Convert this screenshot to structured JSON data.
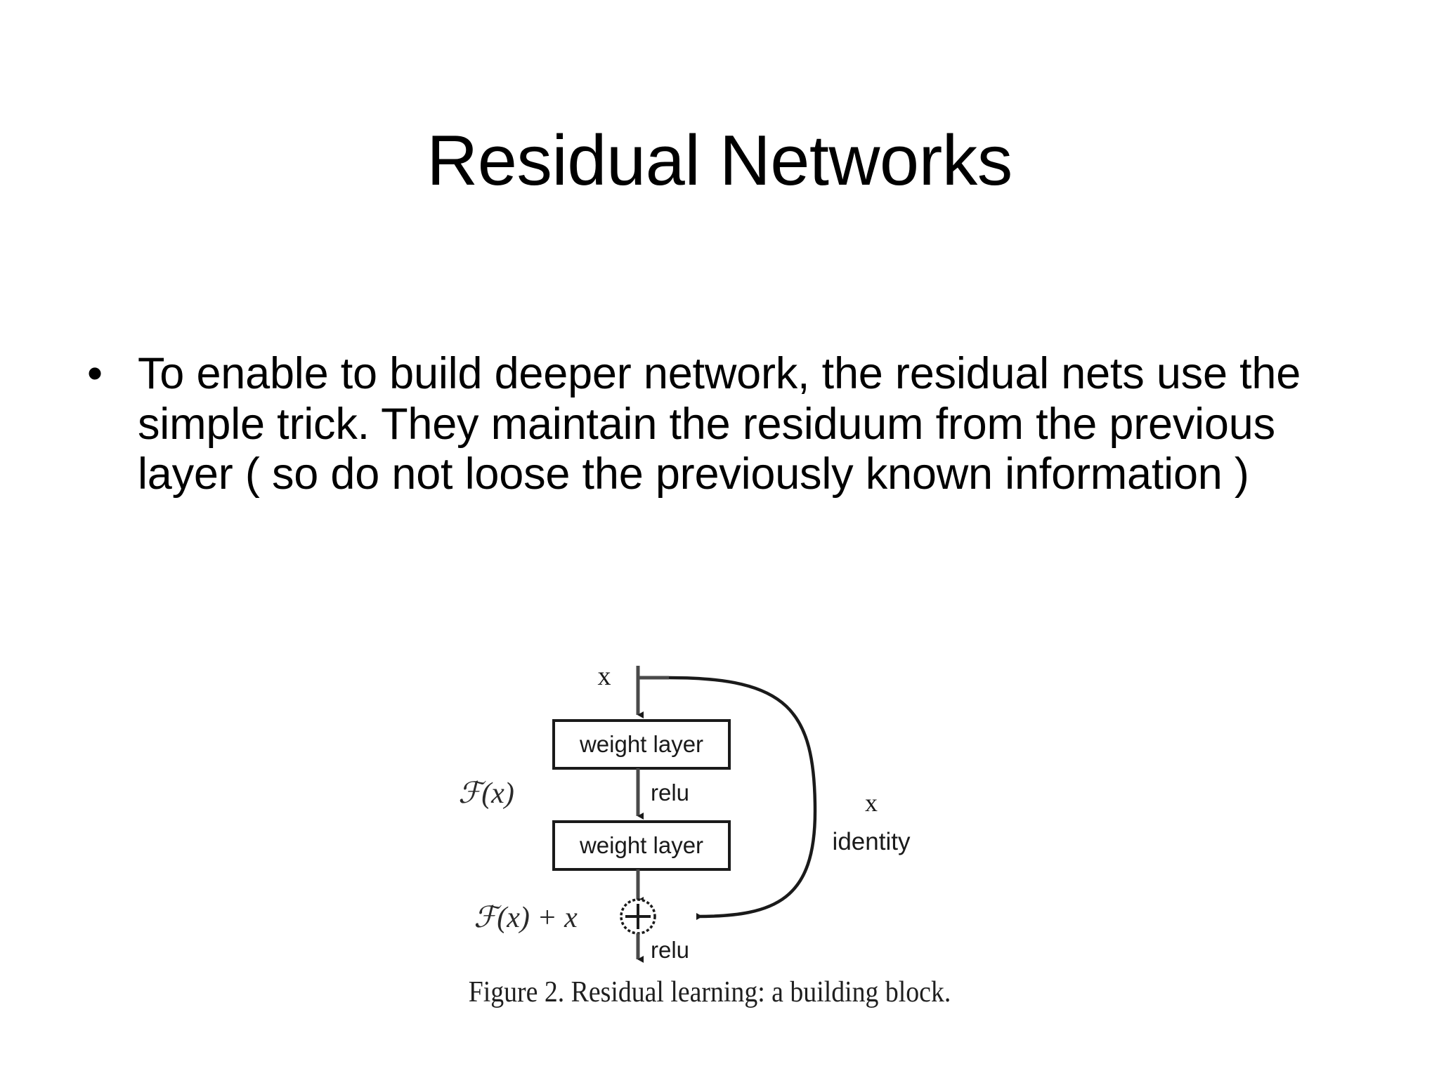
{
  "slide": {
    "title": "Residual Networks",
    "background_color": "#ffffff",
    "text_color": "#000000"
  },
  "body": {
    "bullets": [
      {
        "marker": "•",
        "text": "To enable to build deeper network, the residual nets use the simple trick. They maintain the residuum from the previous layer ( so do not loose the previously known information )"
      }
    ]
  },
  "figure": {
    "caption": "Figure 2. Residual learning: a building block.",
    "labels": {
      "input": "x",
      "weight_layer_1": "weight layer",
      "weight_layer_2": "weight layer",
      "relu_1": "relu",
      "relu_2": "relu",
      "function": "ℱ(x)",
      "sum_expression": "ℱ(x) + x",
      "shortcut_symbol": "x",
      "shortcut_label": "identity",
      "adder": "⊕"
    },
    "stroke_color": "#1a1a1a",
    "box_fill": "#ffffff"
  }
}
